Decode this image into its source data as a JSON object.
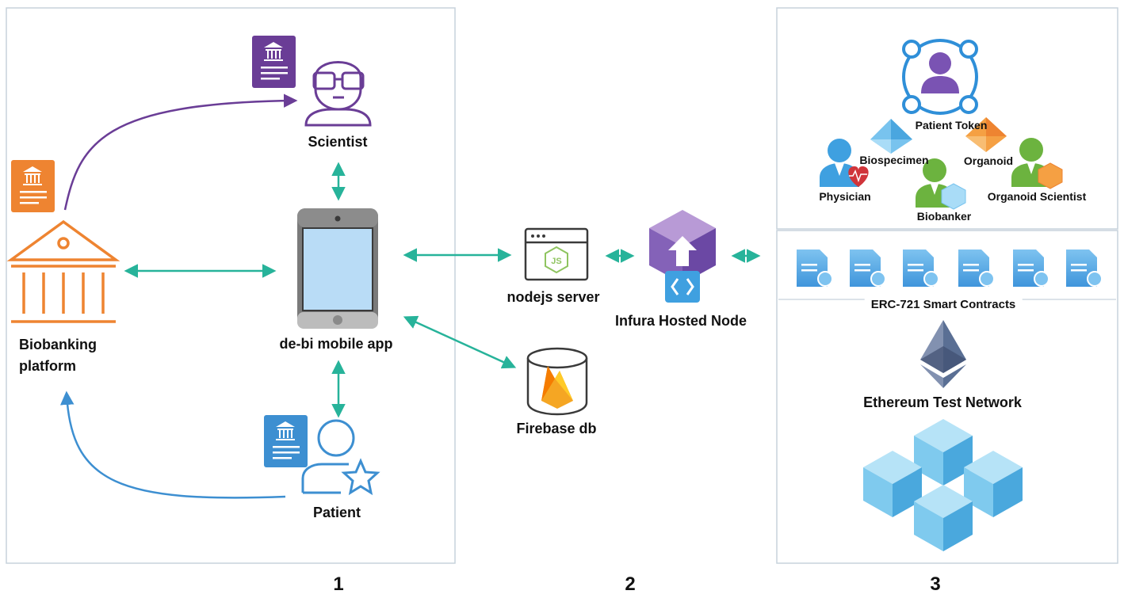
{
  "panels": {
    "left_number": "1",
    "middle_number": "2",
    "right_number": "3"
  },
  "left": {
    "scientist": "Scientist",
    "platform_line1": "Biobanking",
    "platform_line2": "platform",
    "mobile_app": "de-bi mobile app",
    "patient": "Patient"
  },
  "middle": {
    "nodejs_server": "nodejs server",
    "infura_node": "Infura Hosted Node",
    "firebase_db": "Firebase db"
  },
  "right": {
    "patient_token": "Patient Token",
    "biospecimen": "Biospecimen",
    "organoid": "Organoid",
    "physician": "Physician",
    "biobanker": "Biobanker",
    "organoid_scientist": "Organoid Scientist",
    "smart_contracts": "ERC-721 Smart Contracts",
    "network": "Ethereum Test Network"
  },
  "colors": {
    "connector": "#27b39a",
    "purple": "#6a3d96",
    "orange": "#ee8431",
    "blue": "#3d8fd1",
    "panel_border": "#c7d2dc"
  },
  "icons": [
    "document-bank-icon",
    "scientist-icon",
    "bank-building-icon",
    "tablet-icon",
    "patient-star-icon",
    "browser-js-icon",
    "infura-cube-icon",
    "firebase-cylinder-icon",
    "patient-token-network-icon",
    "diamond-icon",
    "physician-icon",
    "biobanker-icon",
    "organoid-scientist-icon",
    "contract-document-icon",
    "ethereum-logo-icon",
    "blockchain-cubes-icon"
  ]
}
